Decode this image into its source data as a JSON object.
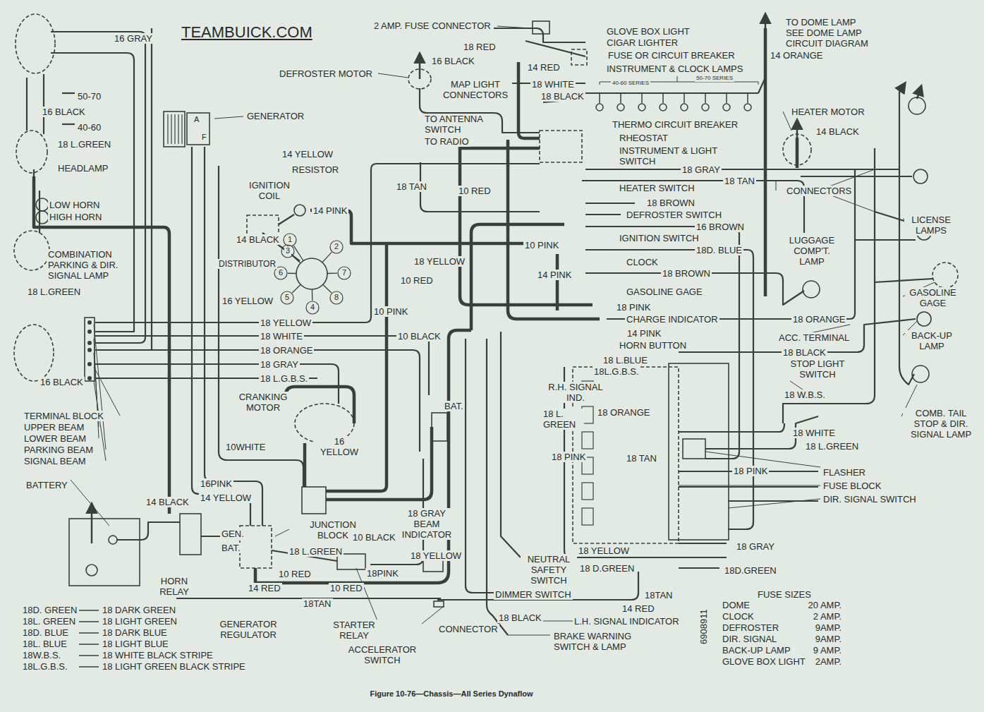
{
  "diagram": {
    "caption": "Figure 10-76—Chassis—All Series Dynaflow",
    "labels": [
      "TEAMBUICK.COM",
      "2 AMP. FUSE CONNECTOR",
      "GLOVE BOX LIGHT",
      "TO DOME LAMP SEE DOME LAMP CIRCUIT DIAGRAM",
      "16 GRAY",
      "CIGAR LIGHTER",
      "18 RED",
      "16 BLACK",
      "FUSE OR CIRCUIT BREAKER",
      "14 ORANGE",
      "14 RED",
      "INSTRUMENT & CLOCK LAMPS",
      "DEFROSTER MOTOR",
      "MAP LIGHT CONNECTORS",
      "18 WHITE",
      "40-60 SERIES",
      "50-70 SERIES",
      "50-70",
      "18 BLACK",
      "16 BLACK",
      "HEATER MOTOR",
      "GENERATOR",
      "TO ANTENNA SWITCH",
      "TO RADIO",
      "THERMO CIRCUIT BREAKER",
      "40-60",
      "14 BLACK",
      "A",
      "F",
      "RHEOSTAT",
      "18 L.GREEN",
      "INSTRUMENT & LIGHT SWITCH",
      "14 YELLOW",
      "HEADLAMP",
      "RESISTOR",
      "18 GRAY",
      "18 TAN",
      "IGNITION COIL",
      "18 TAN",
      "HEATER SWITCH",
      "10 RED",
      "CONNECTORS",
      "18 BROWN",
      "LOW HORN",
      "14 PINK",
      "DEFROSTER SWITCH",
      "HIGH HORN",
      "LICENSE LAMPS",
      "16 BROWN",
      "14 BLACK",
      "IGNITION SWITCH",
      "LUGGAGE COMP'T. LAMP",
      "1",
      "2",
      "3",
      "4",
      "5",
      "6",
      "7",
      "8",
      "10 PINK",
      "COMBINATION PARKING & DIR. SIGNAL LAMP",
      "18D. BLUE",
      "DISTRIBUTOR",
      "18 YELLOW",
      "CLOCK",
      "18 BROWN",
      "14 PINK",
      "10 RED",
      "18 L.GREEN",
      "GASOLINE GAGE",
      "GASOLINE GAGE",
      "16 YELLOW",
      "18 PINK",
      "10 PINK",
      "CHARGE INDICATOR",
      "18 ORANGE",
      "18 YELLOW",
      "14 PINK",
      "BACK-UP LAMP",
      "18 WHITE",
      "10 BLACK",
      "ACC. TERMINAL",
      "HORN BUTTON",
      "18 ORANGE",
      "18 BLACK",
      "18 L.BLUE",
      "18 GRAY",
      "STOP LIGHT SWITCH",
      "18L.G.B.S.",
      "18 L.G.B.S.",
      "16 BLACK",
      "R.H. SIGNAL IND.",
      "18 W.B.S.",
      "CRANKING MOTOR",
      "BAT.",
      "18 ORANGE",
      "18 L. GREEN",
      "COMB. TAIL STOP & DIR. SIGNAL LAMP",
      "TERMINAL BLOCK",
      "UPPER BEAM",
      "LOWER BEAM",
      "PARKING BEAM",
      "SIGNAL BEAM",
      "18 WHITE",
      "16 YELLOW",
      "18 L.GREEN",
      "10WHITE",
      "18 PINK",
      "18 TAN",
      "18 PINK",
      "FLASHER",
      "16PINK",
      "BATTERY",
      "FUSE BLOCK",
      "14 YELLOW",
      "14 BLACK",
      "DIR. SIGNAL SWITCH",
      "18 GRAY BEAM INDICATOR",
      "JUNCTION BLOCK",
      "GEN.",
      "10 BLACK",
      "18 GRAY",
      "BAT.",
      "18 YELLOW",
      "18 L.GREEN",
      "18 YELLOW",
      "NEUTRAL SAFETY SWITCH",
      "18 D.GREEN",
      "18D.GREEN",
      "10 RED",
      "18PINK",
      "HORN RELAY",
      "14 RED",
      "10 RED",
      "DIMMER SWITCH",
      "18TAN",
      "FUSE SIZES",
      "18TAN",
      "DOME",
      "20 AMP.",
      "14 RED",
      "18D. GREEN",
      "18 DARK GREEN",
      "CLOCK",
      "2 AMP.",
      "18 BLACK",
      "18L. GREEN",
      "18 LIGHT GREEN",
      "L.H. SIGNAL INDICATOR",
      "GENERATOR REGULATOR",
      "STARTER RELAY",
      "DEFROSTER",
      "9AMP.",
      "CONNECTOR",
      "18D. BLUE",
      "18 DARK BLUE",
      "BRAKE WARNING SWITCH & LAMP",
      "DIR. SIGNAL",
      "9AMP.",
      "18L. BLUE",
      "18 LIGHT BLUE",
      "ACCELERATOR SWITCH",
      "BACK-UP LAMP",
      "9 AMP.",
      "18W.B.S.",
      "18 WHITE BLACK STRIPE",
      "GLOVE BOX LIGHT",
      "2AMP.",
      "18L.G.B.S.",
      "18 LIGHT GREEN BLACK STRIPE",
      "6908911"
    ]
  }
}
